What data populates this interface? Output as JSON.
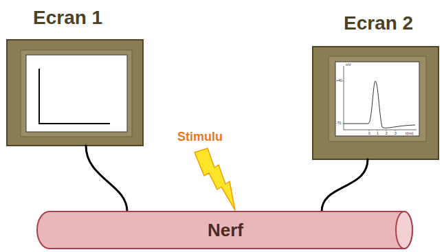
{
  "diagram": {
    "nodes": [
      {
        "text": [
          "Ecran 1"
        ]
      },
      {
        "text": [
          "Ecran 2"
        ]
      },
      {
        "text": [
          "Nerf"
        ]
      }
    ],
    "edges": [
      {
        "from": 0,
        "to": 2,
        "arrow": "none"
      },
      {
        "from": 1,
        "to": 2,
        "arrow": "none"
      }
    ],
    "labels": [
      "Stimulu",
      "mV",
      "+40",
      "-70",
      "0",
      "1",
      "2",
      "3",
      "t(ms)"
    ]
  }
}
